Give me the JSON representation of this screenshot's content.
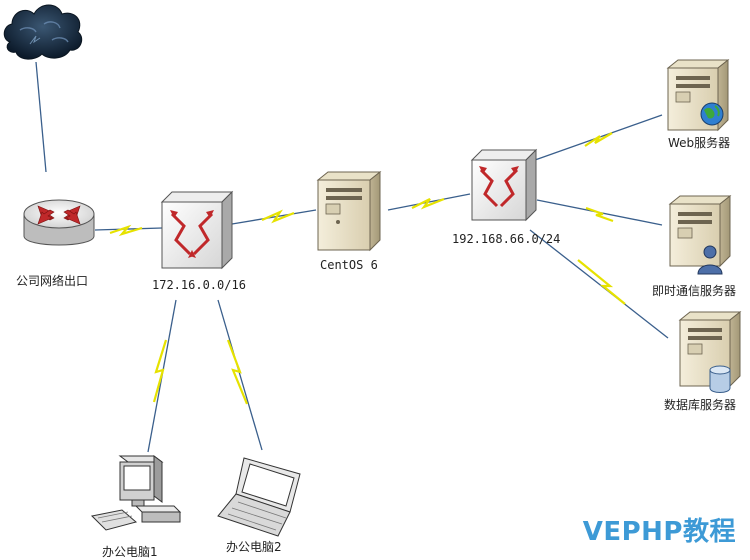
{
  "nodes": {
    "internet": {
      "icon": "cloud-icon"
    },
    "gateway": {
      "label": "公司网络出口",
      "icon": "router-icon"
    },
    "switch_office": {
      "label": "172.16.0.0/16",
      "icon": "switch-icon"
    },
    "centos": {
      "label": "CentOS 6",
      "icon": "server-icon"
    },
    "switch_server": {
      "label": "192.168.66.0/24",
      "icon": "switch-icon"
    },
    "web_server": {
      "label": "Web服务器",
      "icon": "web-server-icon"
    },
    "im_server": {
      "label": "即时通信服务器",
      "icon": "im-server-icon"
    },
    "db_server": {
      "label": "数据库服务器",
      "icon": "database-server-icon"
    },
    "pc1": {
      "label": "办公电脑1",
      "icon": "desktop-computer-icon"
    },
    "pc2": {
      "label": "办公电脑2",
      "icon": "laptop-icon"
    }
  },
  "watermark": "VEPHP教程",
  "colors": {
    "link_blue": "#3a5f8c",
    "lightning": "#e6e200",
    "switch_red": "#c0282a",
    "watermark": "#3d9ad6"
  }
}
